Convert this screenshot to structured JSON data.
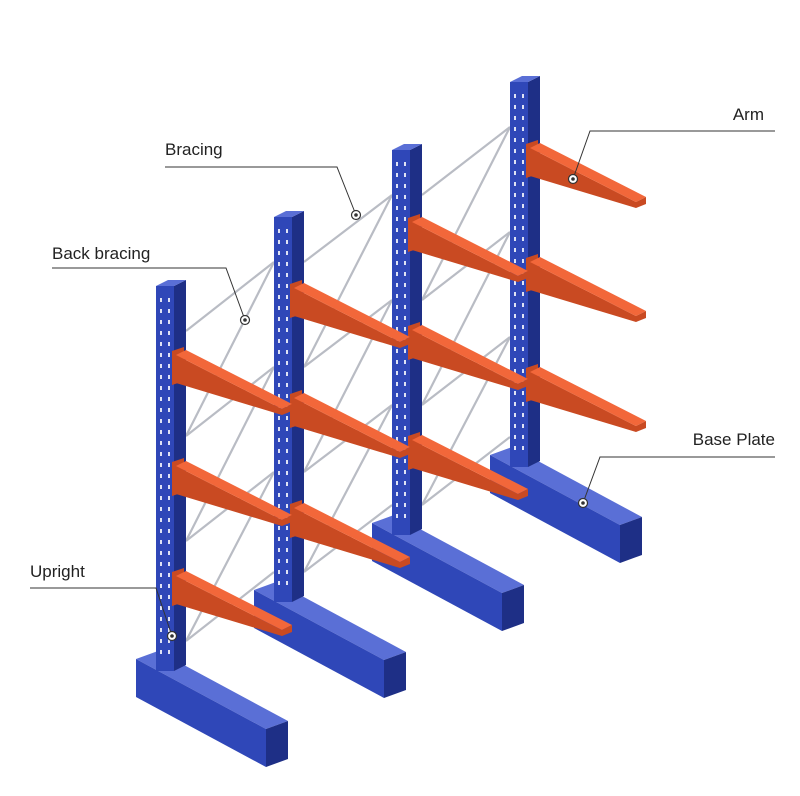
{
  "labels": {
    "arm": "Arm",
    "bracing": "Bracing",
    "back_bracing": "Back bracing",
    "base_plate": "Base Plate",
    "upright": "Upright"
  },
  "colors": {
    "upright_front": "#2f47b8",
    "upright_side": "#1e2f86",
    "upright_top": "#5a6fd6",
    "arm_top": "#f2673a",
    "arm_side": "#c94a22",
    "bracing": "#b9bcc4",
    "text": "#222222"
  }
}
